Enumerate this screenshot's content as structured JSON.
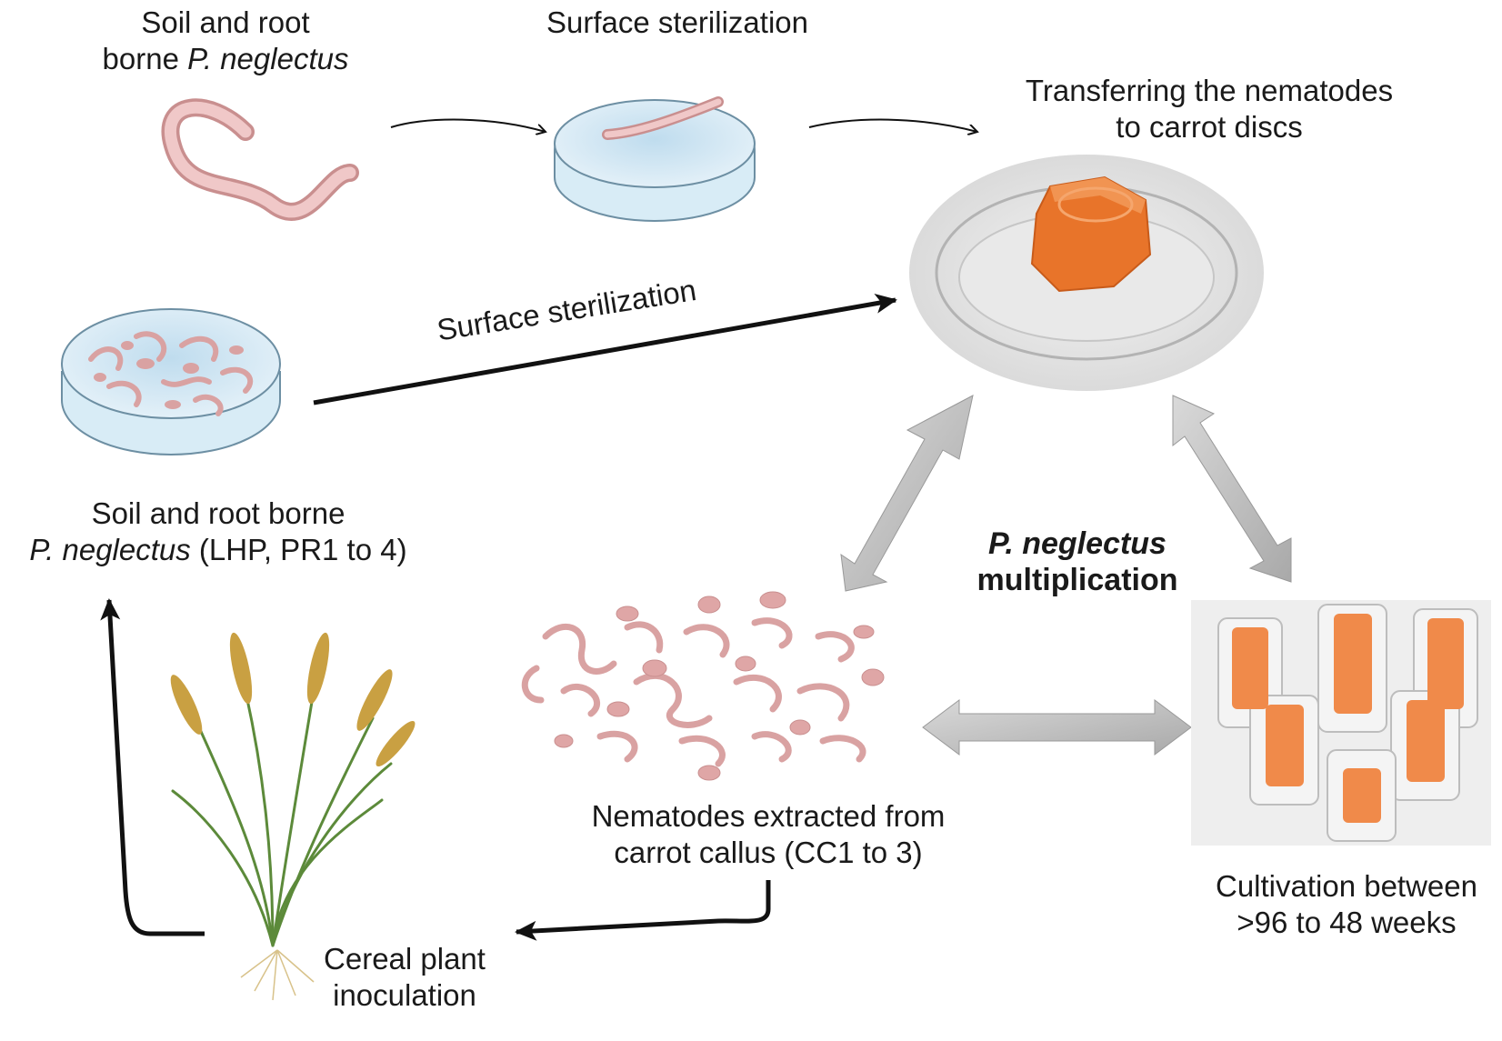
{
  "labels": {
    "soil_root_top": {
      "line1": "Soil and root",
      "line2_prefix": "borne ",
      "line2_italic": "P. neglectus"
    },
    "sterilization_top": "Surface sterilization",
    "transferring": {
      "line1": "Transferring the nematodes",
      "line2": "to carrot discs"
    },
    "sterilization_diagonal": "Surface sterilization",
    "soil_root_left": {
      "line1": "Soil and root borne",
      "line2_italic": "P. neglectus",
      "line2_suffix": " (LHP, PR1 to 4)"
    },
    "multiplication": {
      "line1_italic": "P. neglectus",
      "line2": "multiplication"
    },
    "extracted": {
      "line1": "Nematodes extracted from",
      "line2": "carrot callus (CC1 to 3)"
    },
    "cultivation": {
      "line1": "Cultivation between",
      "line2": ">96 to 48 weeks"
    },
    "cereal": {
      "line1": "Cereal plant",
      "line2": "inoculation"
    }
  },
  "colors": {
    "nematode": "#e8b4b4",
    "nematode_dark": "#c98f8f",
    "dish_liquid": "#cfe6f3",
    "carrot": "#e8742a",
    "arrow_black": "#111111",
    "arrow_gray": "#b9b9b9",
    "wheat": "#c9a042",
    "stem": "#5c8a3a"
  }
}
